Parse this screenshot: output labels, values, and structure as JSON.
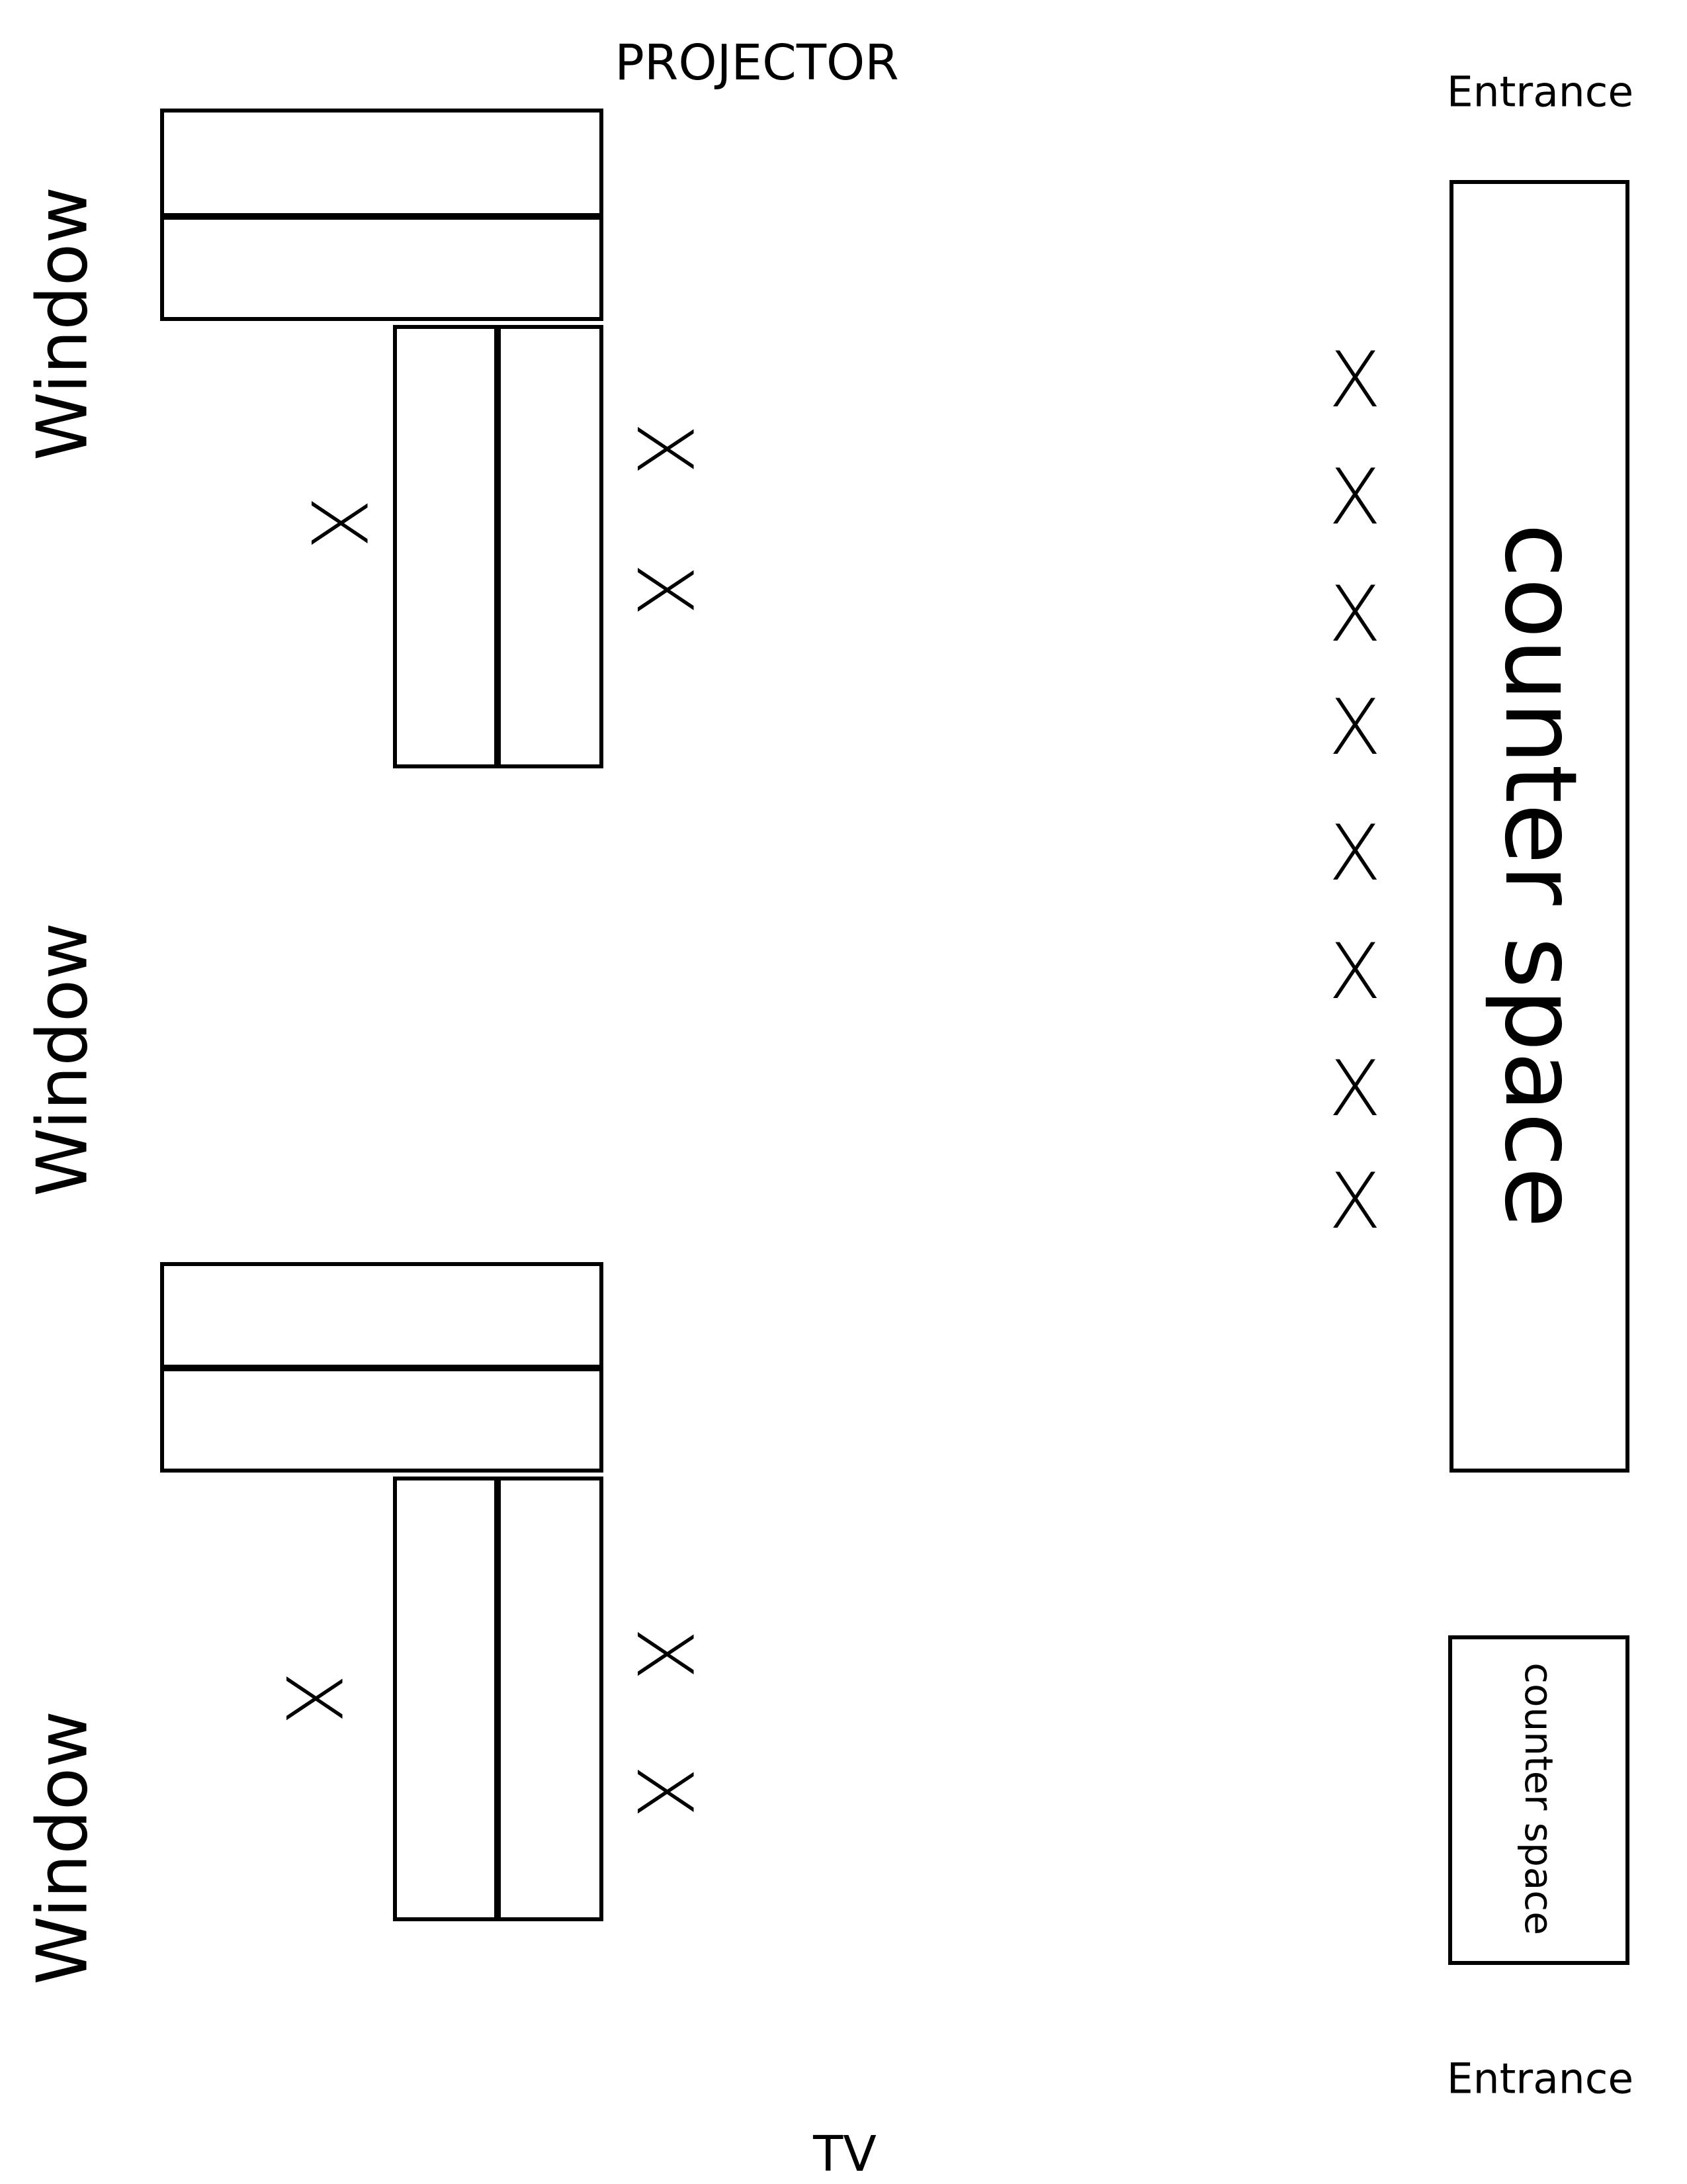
{
  "labels": {
    "projector": "PROJECTOR",
    "entrance_top": "Entrance",
    "entrance_bottom": "Entrance",
    "tv": "TV",
    "window_1": "Window",
    "window_2": "Window",
    "window_3": "Window",
    "counter_large": "counter space",
    "counter_small": "counter space"
  },
  "seat_mark": "X"
}
